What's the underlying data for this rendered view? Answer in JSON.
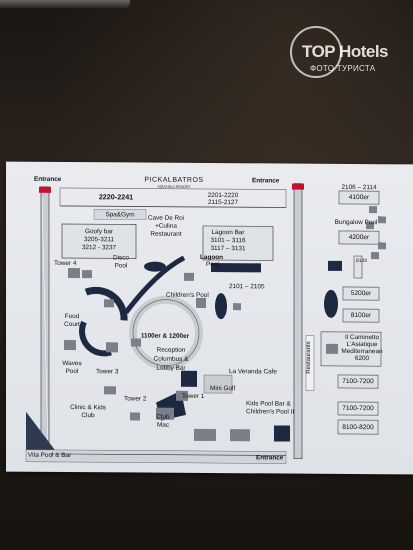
{
  "watermark": {
    "logo": "TOP Hotels",
    "subtitle": "ФОТО ТУРИСТА"
  },
  "map": {
    "brand": "PICKALBATROS",
    "brand_sub": "AQUA BLU RESORT",
    "entrance_top_left": "Entrance",
    "entrance_top_right": "Entrance",
    "entrance_bottom": "Entrance",
    "range_top": "2220-2241",
    "range_2201": "2201-2220",
    "range_2115": "2115-2127",
    "spa": "Spa&Gym",
    "goofy": "Goofy bar",
    "goofy_r1": "3205-3211",
    "goofy_r2": "3212 - 3237",
    "cave": "Cave De Roi",
    "culina": "+Culina",
    "restaurant": "Restaurant",
    "lagoon_bar": "Lagoon Bar",
    "lagoon_r1": "3101 – 3116",
    "lagoon_r2": "3117 – 3131",
    "lagoon_pool": "Lagoon",
    "lagoon_pool2": "Pool",
    "tower4": "Tower 4",
    "disco": "Disco",
    "disco2": "Pool",
    "childrens_pool": "Children's Pool",
    "range_2101": "2101 – 2105",
    "food": "Food",
    "food2": "Court",
    "towers": "1100er & 1200er",
    "reception": "Reception",
    "columbus": "Columbus &",
    "lobby": "Lobby Bar",
    "waves": "Waves",
    "waves2": "Pool",
    "tower3": "Tower 3",
    "veranda": "La Veranda Cafe",
    "minigolf": "Mini Golf",
    "tower1": "Tower 1",
    "tower2": "Tower 2",
    "clinic": "Clinic & Kids",
    "club": "Club",
    "club_mac": "Club",
    "club_mac2": "Mac",
    "kids_pool": "Kids Pool  Bar &",
    "childrens_pool2": "Children's Pool II",
    "vita": "Vita Pool & Bar",
    "restaurants": "Restaurants",
    "range_2106": "2106 – 2114",
    "r4100": "4100er",
    "bungalow": "Bungalow Pool",
    "r4200": "4200er",
    "r8100v": "8100",
    "r5200": "5200er",
    "r8100": "8100er",
    "caminetto": "Il Caminetto",
    "asiatique": "L'Asiatique",
    "mediterranean": "Mediterranean",
    "r6200": "6200",
    "r7100": "7100-7200",
    "r7100b": "7100-7200",
    "r8100_8200": "8100-8200"
  }
}
